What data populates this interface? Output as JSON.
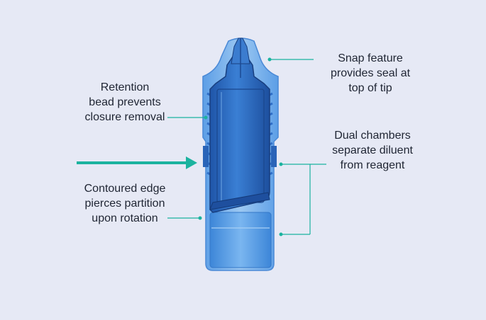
{
  "labels": {
    "snap": [
      "Snap feature",
      "provides seal at",
      "top of tip"
    ],
    "retention": [
      "Retention",
      "bead prevents",
      "closure removal"
    ],
    "dual": [
      "Dual chambers",
      "separate diluent",
      "from reagent"
    ],
    "contoured": [
      "Contoured edge",
      "pierces partition",
      "upon rotation"
    ]
  },
  "colors": {
    "background": "#e6e9f5",
    "leader": "#1bb39f",
    "arrow": "#1bb39f",
    "outer_body": "#7bb4ec",
    "inner_body": "#2f6ec7",
    "lower_chamber": "#4f98e6",
    "text": "#1f2533"
  }
}
